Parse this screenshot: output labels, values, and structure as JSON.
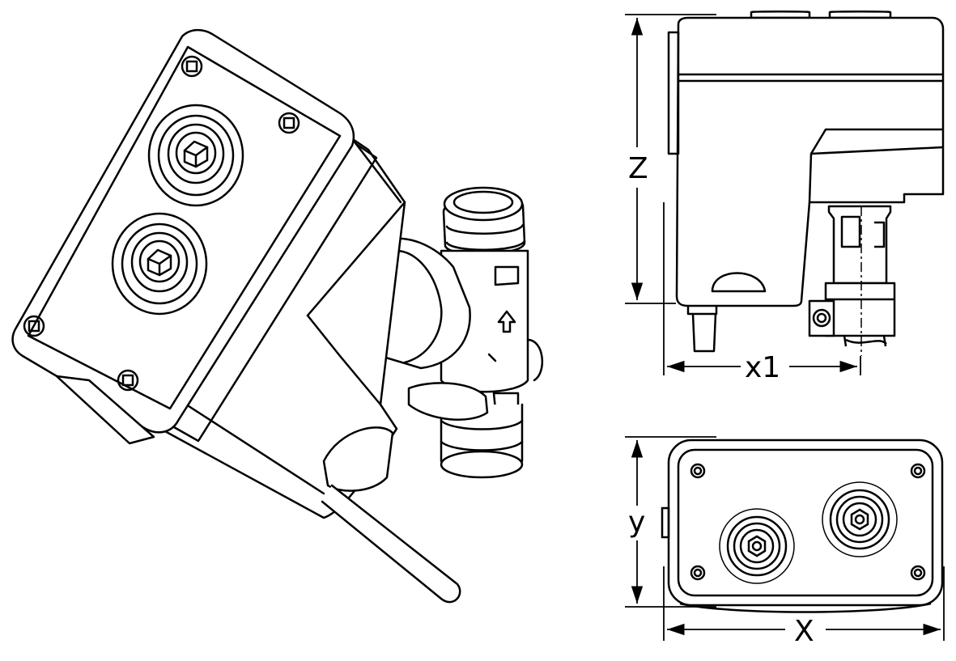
{
  "dimensions": {
    "z_label": "Z",
    "x1_label": "x1",
    "y_label": "y",
    "x_label": "X"
  }
}
